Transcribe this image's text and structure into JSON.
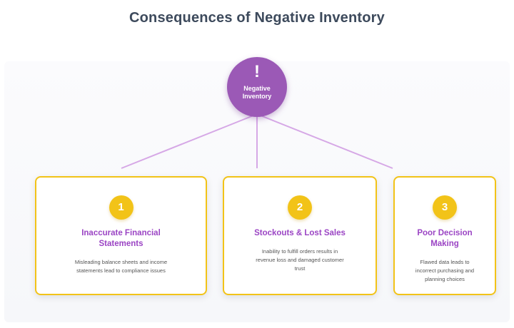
{
  "title": "Consequences of Negative Inventory",
  "root": {
    "icon": "exclamation-mark",
    "mark": "!",
    "label": "Negative Inventory",
    "color": "#9b59b6"
  },
  "accent_color": "#f2c318",
  "title_color": "#9b45c4",
  "connector_color": "#d6a8e6",
  "consequences": [
    {
      "number": "1",
      "title": "Inaccurate Financial Statements",
      "description": "Misleading balance sheets and income statements lead to compliance issues"
    },
    {
      "number": "2",
      "title": "Stockouts & Lost Sales",
      "description": "Inability to fulfill orders results in revenue loss and damaged customer trust"
    },
    {
      "number": "3",
      "title": "Poor Decision Making",
      "description": "Flawed data leads to incorrect purchasing and planning choices"
    }
  ]
}
